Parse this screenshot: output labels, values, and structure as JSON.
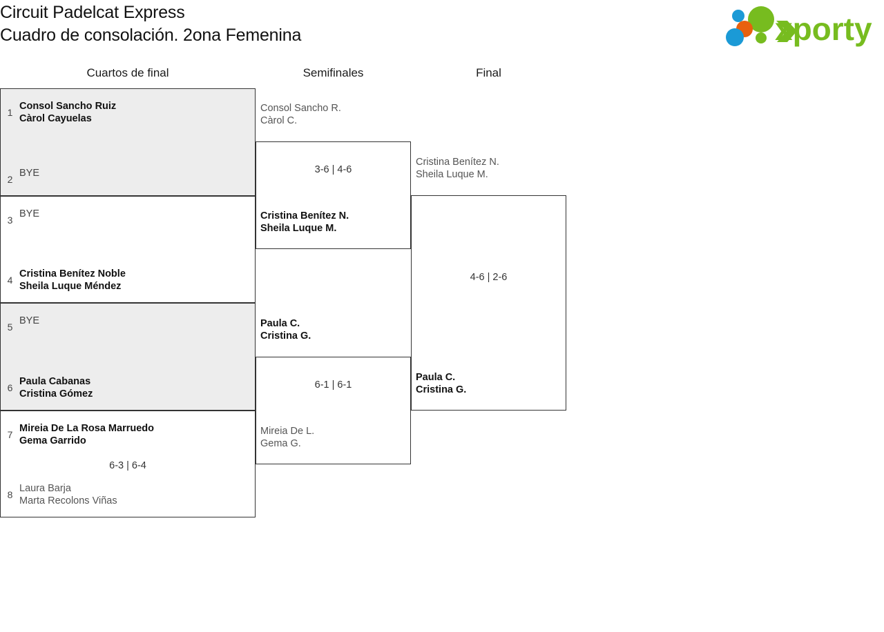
{
  "header": {
    "title_line1": "Circuit Padelcat Express",
    "title_line2": "Cuadro de consolación. 2ona Femenina",
    "logo_text": "xporty",
    "logo_colors": {
      "green": "#77bc1f",
      "blue": "#1b9ad6",
      "orange": "#e8610e"
    }
  },
  "rounds": {
    "quarterfinals_label": "Cuartos de final",
    "semifinals_label": "Semifinales",
    "final_label": "Final"
  },
  "quarterfinals": [
    {
      "top": {
        "seed": "1",
        "player1": "Consol Sancho Ruiz",
        "player2": "Càrol Cayuelas",
        "result": "winner"
      },
      "bottom": {
        "seed": "2",
        "player1": "BYE",
        "player2": "",
        "result": "bye"
      },
      "score": ""
    },
    {
      "top": {
        "seed": "3",
        "player1": "BYE",
        "player2": "",
        "result": "bye"
      },
      "bottom": {
        "seed": "4",
        "player1": "Cristina Benítez Noble",
        "player2": "Sheila Luque Méndez",
        "result": "winner"
      },
      "score": ""
    },
    {
      "top": {
        "seed": "5",
        "player1": "BYE",
        "player2": "",
        "result": "bye"
      },
      "bottom": {
        "seed": "6",
        "player1": "Paula Cabanas",
        "player2": "Cristina Gómez",
        "result": "winner"
      },
      "score": ""
    },
    {
      "top": {
        "seed": "7",
        "player1": "Mireia De La Rosa Marruedo",
        "player2": "Gema Garrido",
        "result": "winner"
      },
      "bottom": {
        "seed": "8",
        "player1": "Laura Barja",
        "player2": "Marta Recolons Viñas",
        "result": "loser"
      },
      "score": "6-3 | 6-4"
    }
  ],
  "semifinals": [
    {
      "top": {
        "player1": "Consol Sancho R.",
        "player2": "Càrol C.",
        "result": "loser"
      },
      "bottom": {
        "player1": "Cristina Benítez N.",
        "player2": "Sheila Luque M.",
        "result": "winner"
      },
      "score": "3-6 | 4-6"
    },
    {
      "top": {
        "player1": "Paula C.",
        "player2": "Cristina G.",
        "result": "winner"
      },
      "bottom": {
        "player1": "Mireia De L.",
        "player2": "Gema G.",
        "result": "loser"
      },
      "score": "6-1 | 6-1"
    }
  ],
  "final": {
    "top": {
      "player1": "Cristina Benítez N.",
      "player2": "Sheila Luque M.",
      "result": "loser"
    },
    "bottom": {
      "player1": "Paula C.",
      "player2": "Cristina G.",
      "result": "winner"
    },
    "score": "4-6 | 2-6"
  }
}
